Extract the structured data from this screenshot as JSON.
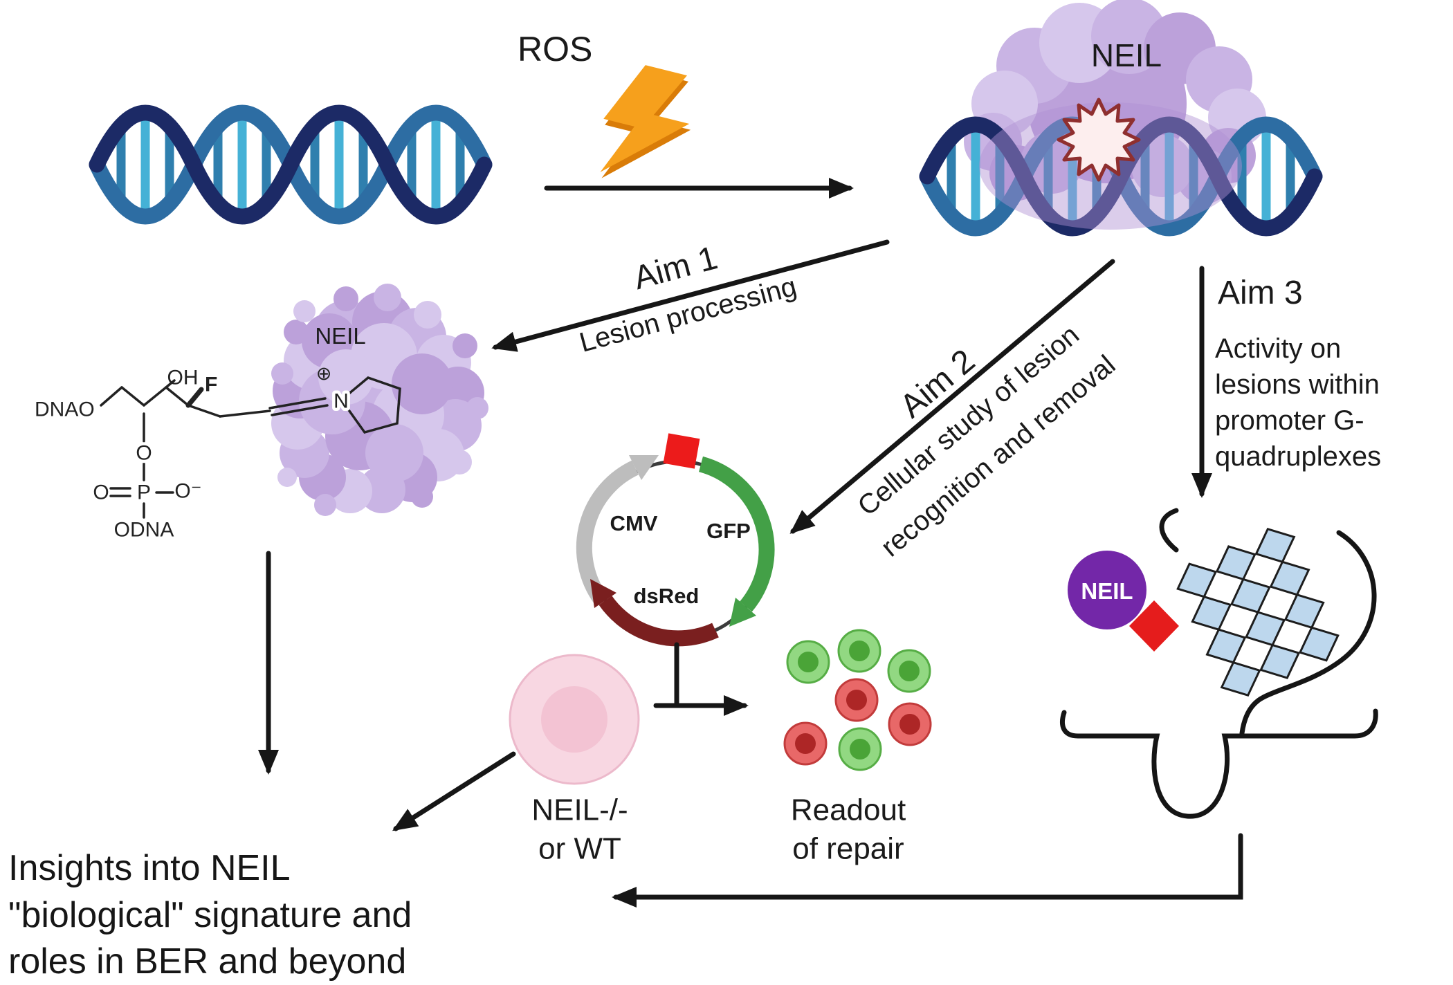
{
  "labels": {
    "ros": "ROS",
    "neil_top": "NEIL",
    "neil_protein": "NEIL",
    "aim1_title": "Aim 1",
    "aim1_subtitle": "Lesion processing",
    "aim2_title": "Aim 2",
    "aim2_sub1": "Cellular study of lesion",
    "aim2_sub2": "recognition and removal",
    "aim3_title": "Aim 3",
    "aim3_subtitle": "Activity on\nlesions within\npromoter G-\nquadruplexes",
    "cell_genotype": "NEIL-/-\nor WT",
    "readout": "Readout\nof repair",
    "insights": "Insights into NEIL\n\"biological\" signature and\nroles in BER and beyond",
    "g4_neil": "NEIL"
  },
  "plasmid": {
    "cmv": "CMV",
    "gfp": "GFP",
    "dsred": "dsRed"
  },
  "chemistry": {
    "dnao": "DNAO",
    "oh": "OH",
    "fluorine": "F",
    "plus_charge": "⊕",
    "nitrogen": "N",
    "o_bridge": "O",
    "o_double": "O",
    "phosphorus": "P",
    "o_minus": "O⁻",
    "odna": "ODNA"
  },
  "colors": {
    "dna_strand_dark": "#1c2a66",
    "dna_strand_mid": "#2d6da3",
    "dna_rung_teal": "#3aa0c4",
    "ros_bolt_orange": "#f6a01c",
    "protein_purple": "#bca1da",
    "lesion_ring_red": "#8f2f2f",
    "plasmid_gray": "#bdbdbd",
    "gfp_green": "#43a047",
    "dsred_maroon": "#7a1f1f",
    "insert_red": "#ec1b1b",
    "cell_pink": "#f8d7e2",
    "green_cell": "#92d882",
    "red_cell": "#e86868",
    "g4_blue": "#bdd7ed",
    "neil_badge_purple": "#7327a8",
    "fluorine_red": "#e01010",
    "arrow_black": "#161616"
  }
}
